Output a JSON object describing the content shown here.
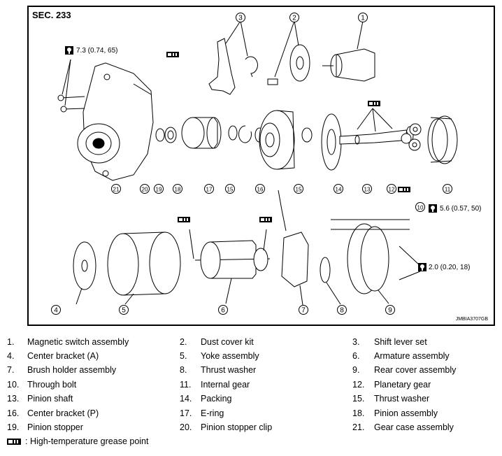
{
  "figure": {
    "section": "SEC. 233",
    "code": "JMBIA3707GB",
    "torques": [
      "7.3 (0.74, 65)",
      "5.6 (0.57, 50)",
      "2.0 (0.20, 18)"
    ],
    "callouts": [
      "1",
      "2",
      "3",
      "4",
      "5",
      "6",
      "7",
      "8",
      "9",
      "10",
      "11",
      "12",
      "13",
      "14",
      "15",
      "15",
      "16",
      "17",
      "18",
      "19",
      "20",
      "21"
    ]
  },
  "legend": {
    "rows": [
      [
        {
          "num": "1.",
          "name": "Magnetic switch assembly"
        },
        {
          "num": "2.",
          "name": "Dust cover kit"
        },
        {
          "num": "3.",
          "name": "Shift lever set"
        }
      ],
      [
        {
          "num": "4.",
          "name": "Center bracket (A)"
        },
        {
          "num": "5.",
          "name": "Yoke assembly"
        },
        {
          "num": "6.",
          "name": "Armature assembly"
        }
      ],
      [
        {
          "num": "7.",
          "name": "Brush holder assembly"
        },
        {
          "num": "8.",
          "name": "Thrust washer"
        },
        {
          "num": "9.",
          "name": "Rear cover assembly"
        }
      ],
      [
        {
          "num": "10.",
          "name": "Through bolt"
        },
        {
          "num": "11.",
          "name": "Internal gear"
        },
        {
          "num": "12.",
          "name": "Planetary gear"
        }
      ],
      [
        {
          "num": "13.",
          "name": "Pinion shaft"
        },
        {
          "num": "14.",
          "name": "Packing"
        },
        {
          "num": "15.",
          "name": "Thrust washer"
        }
      ],
      [
        {
          "num": "16.",
          "name": "Center bracket (P)"
        },
        {
          "num": "17.",
          "name": "E-ring"
        },
        {
          "num": "18.",
          "name": "Pinion assembly"
        }
      ],
      [
        {
          "num": "19.",
          "name": "Pinion stopper"
        },
        {
          "num": "20.",
          "name": "Pinion stopper clip"
        },
        {
          "num": "21.",
          "name": "Gear case assembly"
        }
      ]
    ],
    "grease_note": ": High-temperature grease point"
  }
}
